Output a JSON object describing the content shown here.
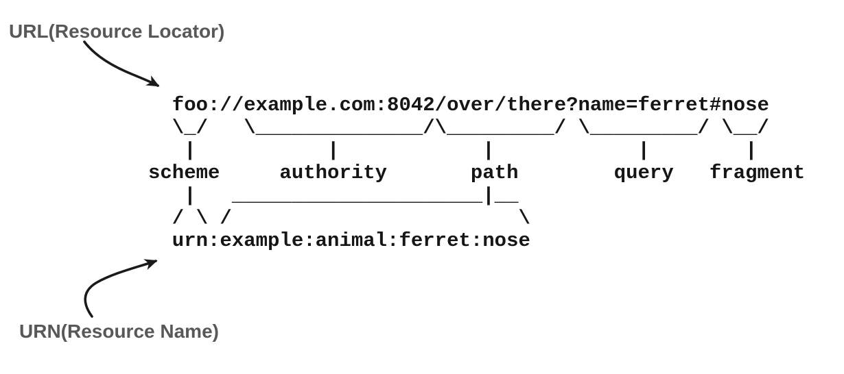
{
  "figure": {
    "url_label": "URL(Resource Locator)",
    "urn_label": "URN(Resource Name)",
    "uri_example": "foo://example.com:8042/over/there?name=ferret#nose",
    "urn_example": "urn:example:animal:ferret:nose",
    "components": [
      "scheme",
      "authority",
      "path",
      "query",
      "fragment"
    ],
    "ascii_art": [
      "  foo://example.com:8042/over/there?name=ferret#nose",
      "  \\_/   \\______________/\\_________/ \\_________/ \\__/",
      "   |           |            |            |        |",
      "scheme     authority       path        query   fragment",
      "   |   _____________________|__",
      "  / \\ /                        \\",
      "  urn:example:animal:ferret:nose"
    ]
  },
  "icons": {
    "url_arrow": "curved-arrow-down-right",
    "urn_arrow": "curved-arrow-up-right"
  },
  "colors": {
    "background": "#ffffff",
    "label_text": "#58585a",
    "diagram_text": "#161616",
    "arrow": "#1a1a1a"
  }
}
